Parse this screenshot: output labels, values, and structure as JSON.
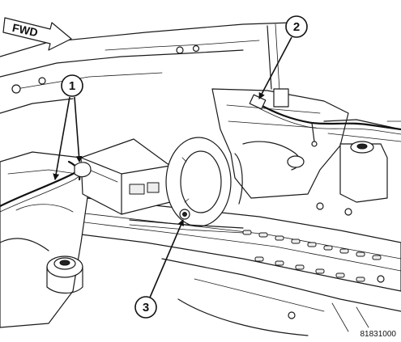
{
  "direction_arrow": {
    "label": "FWD"
  },
  "callouts": [
    {
      "number": "1"
    },
    {
      "number": "2"
    },
    {
      "number": "3"
    }
  ],
  "figure_id": "81831000"
}
